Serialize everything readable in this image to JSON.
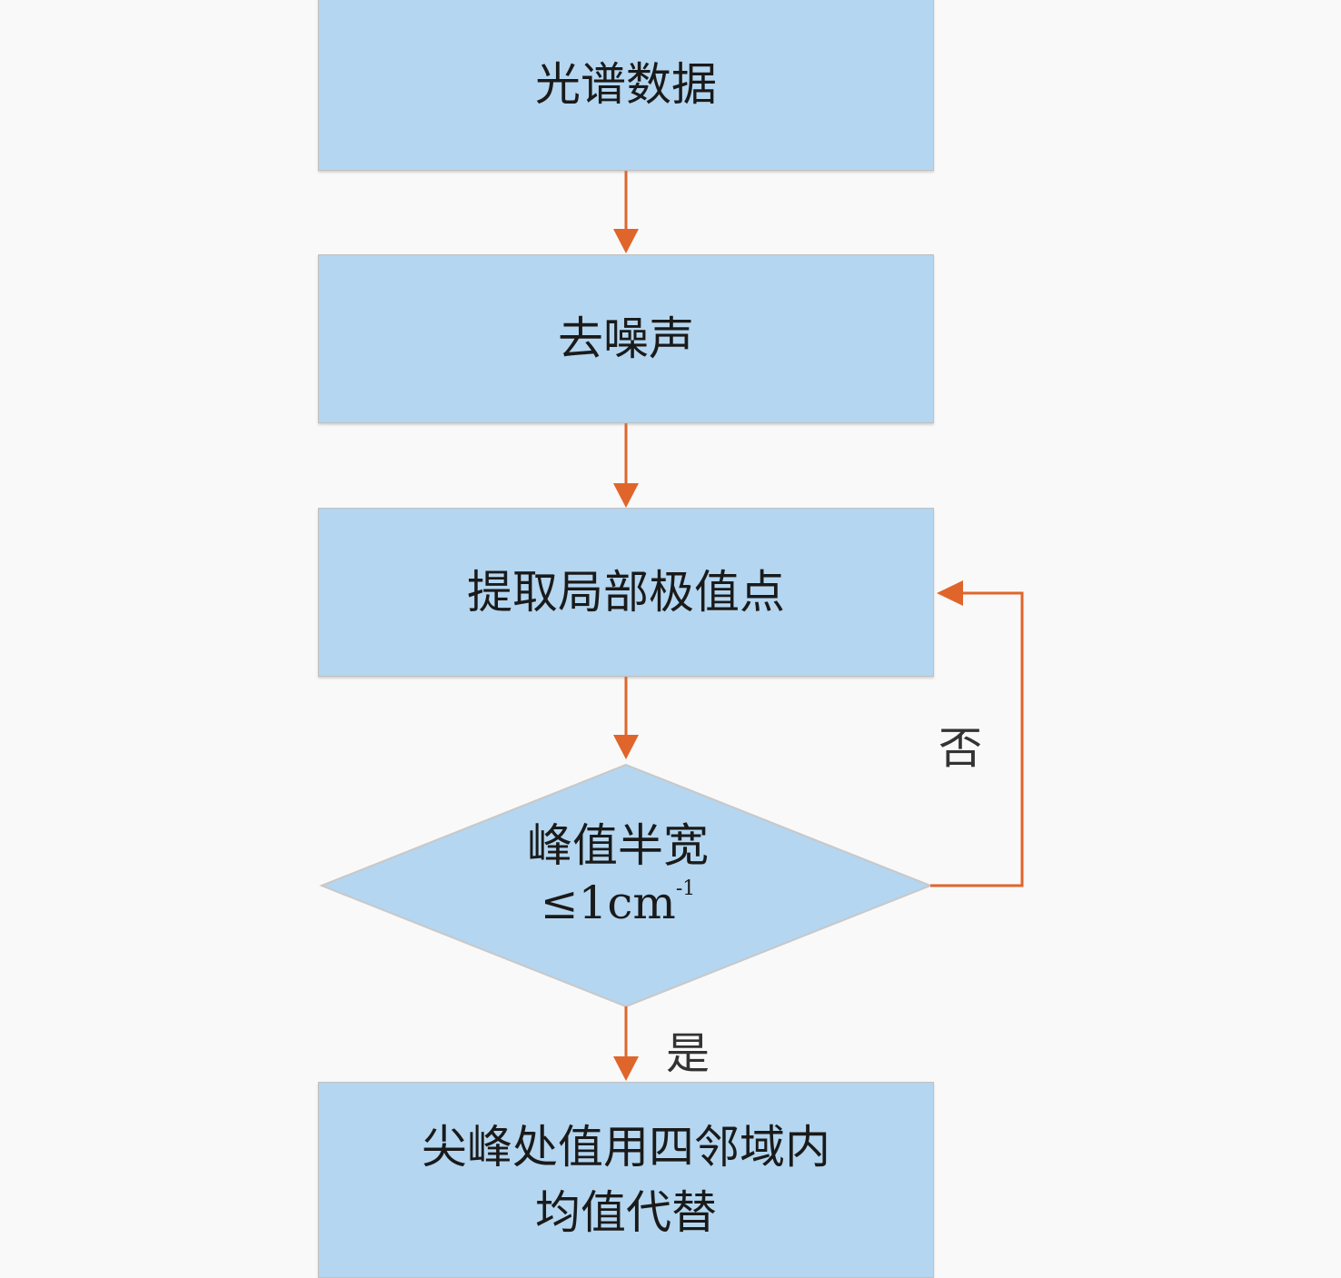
{
  "nodes": {
    "spectral_data": "光谱数据",
    "denoise": "去噪声",
    "extract_peaks": "提取局部极值点",
    "decision_line1": "峰值半宽",
    "decision_line2": "≤1cm",
    "decision_sup": "-1",
    "replace_line1": "尖峰处值用四邻域内",
    "replace_line2": "均值代替"
  },
  "edges": {
    "no_label": "否",
    "yes_label": "是"
  },
  "colors": {
    "box_fill": "#b4d6f0",
    "arrow": "#e0652b",
    "background": "#f9f9f9"
  }
}
